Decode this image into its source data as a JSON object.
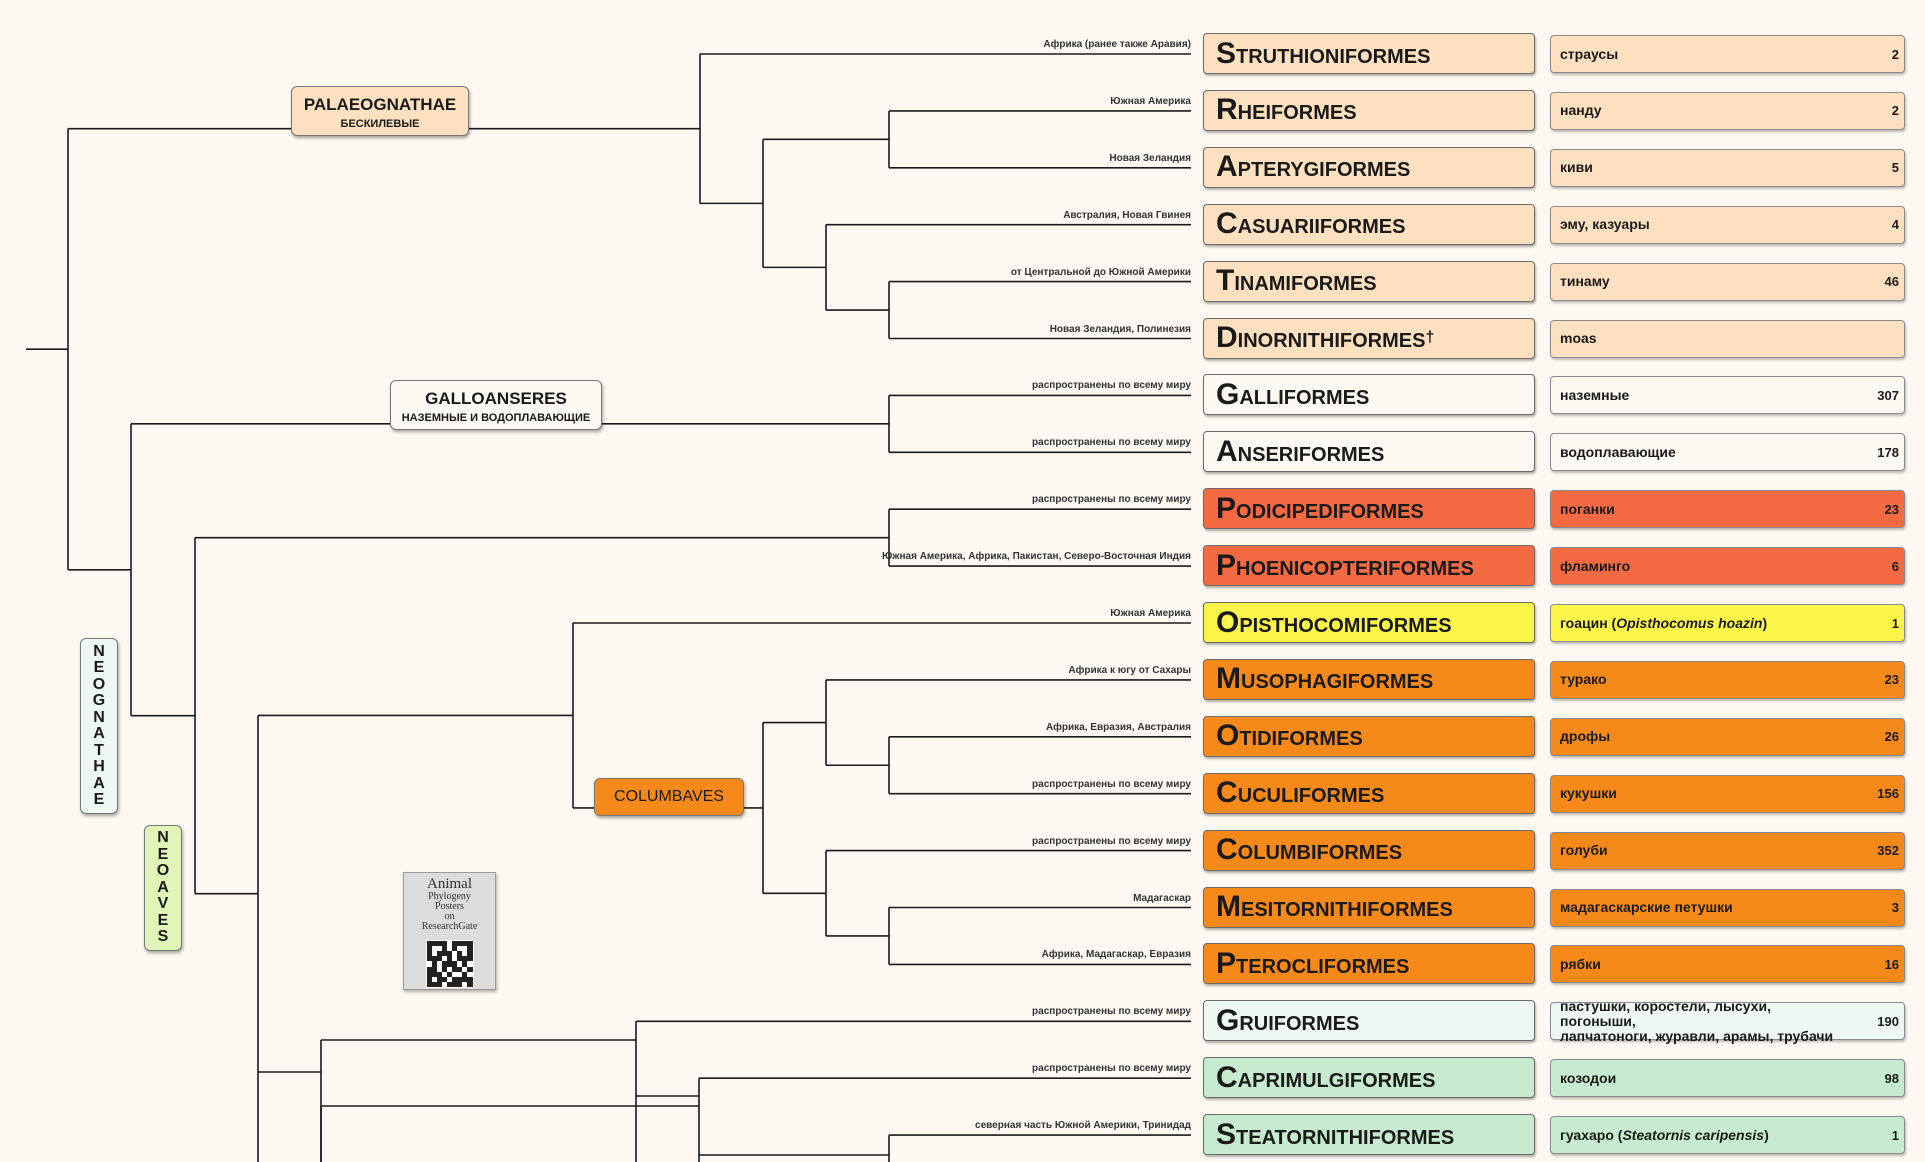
{
  "colors": {
    "background": "#fdf8f1",
    "palaeognathae": "#fde0bf",
    "galloanseres": "#fcf8f2",
    "neognathae": "#eef8f2",
    "neoaves": "#e1f5b9",
    "phoenicopterimorphae": "#f46b43",
    "opisthocomiformes": "#fbf54a",
    "columbaves": "#f5891a",
    "gruiformes": "#eef8f2",
    "strisores": "#c6ebcf",
    "line": "#1a1a1a"
  },
  "clades": {
    "palaeognathae": {
      "title": "PALAEOGNATHAE",
      "subtitle": "БЕСКИЛЕВЫЕ"
    },
    "galloanseres": {
      "title": "GALLOANSERES",
      "subtitle": "НАЗЕМНЫЕ И ВОДОПЛАВАЮЩИЕ"
    },
    "columbaves": {
      "title": "COLUMBAVES"
    },
    "neognathae": {
      "letters": [
        "N",
        "E",
        "O",
        "G",
        "N",
        "A",
        "T",
        "H",
        "A",
        "E"
      ]
    },
    "neoaves": {
      "letters": [
        "N",
        "E",
        "O",
        "A",
        "V",
        "E",
        "S"
      ]
    }
  },
  "poster": {
    "title": "Animal",
    "lines": [
      "Phylogeny",
      "Posters",
      "on",
      "ResearchGate"
    ],
    "qr_icon": "qr-code-icon"
  },
  "orders": [
    {
      "name": "Struthioniformes",
      "dagger": "",
      "distribution": "Африка (ранее также Аравия)",
      "common": "страусы",
      "count": "2",
      "color": "#fde0bf"
    },
    {
      "name": "Rheiformes",
      "dagger": "",
      "distribution": "Южная Америка",
      "common": "нанду",
      "count": "2",
      "color": "#fde0bf"
    },
    {
      "name": "Apterygiformes",
      "dagger": "",
      "distribution": "Новая Зеландия",
      "common": "киви",
      "count": "5",
      "color": "#fde0bf"
    },
    {
      "name": "Casuariiformes",
      "dagger": "",
      "distribution": "Австралия, Новая Гвинея",
      "common": "эму, казуары",
      "count": "4",
      "color": "#fde0bf"
    },
    {
      "name": "Tinamiformes",
      "dagger": "",
      "distribution": "от Центральной до Южной Америки",
      "common": "тинаму",
      "count": "46",
      "color": "#fde0bf"
    },
    {
      "name": "Dinornithiformes",
      "dagger": "†",
      "distribution": "Новая Зеландия, Полинезия",
      "common": "moas",
      "count": "",
      "color": "#fde0bf"
    },
    {
      "name": "Galliformes",
      "dagger": "",
      "distribution": "распространены по всему миру",
      "common": "наземные",
      "count": "307",
      "color": "#fcf8f2"
    },
    {
      "name": "Anseriformes",
      "dagger": "",
      "distribution": "распространены по всему миру",
      "common": "водоплавающие",
      "count": "178",
      "color": "#fcf8f2"
    },
    {
      "name": "Podicipediformes",
      "dagger": "",
      "distribution": "распространены по всему миру",
      "common": "поганки",
      "count": "23",
      "color": "#f46b43"
    },
    {
      "name": "Phoenicopteriformes",
      "dagger": "",
      "distribution": "Южная Америка, Африка, Пакистан, Северо-Восточная Индия",
      "common": "фламинго",
      "count": "6",
      "color": "#f46b43"
    },
    {
      "name": "Opisthocomiformes",
      "dagger": "",
      "distribution": "Южная Америка",
      "common": "гоацин (Opisthocomus hoazin)",
      "count": "1",
      "color": "#fbf54a"
    },
    {
      "name": "Musophagiformes",
      "dagger": "",
      "distribution": "Африка к югу от Сахары",
      "common": "турако",
      "count": "23",
      "color": "#f5891a"
    },
    {
      "name": "Otidiformes",
      "dagger": "",
      "distribution": "Африка, Евразия, Австралия",
      "common": "дрофы",
      "count": "26",
      "color": "#f5891a"
    },
    {
      "name": "Cuculiformes",
      "dagger": "",
      "distribution": "распространены по всему миру",
      "common": "кукушки",
      "count": "156",
      "color": "#f5891a"
    },
    {
      "name": "Columbiformes",
      "dagger": "",
      "distribution": "распространены по всему миру",
      "common": "голуби",
      "count": "352",
      "color": "#f5891a"
    },
    {
      "name": "Mesitornithiformes",
      "dagger": "",
      "distribution": "Мадагаскар",
      "common": "мадагаскарские петушки",
      "count": "3",
      "color": "#f5891a"
    },
    {
      "name": "Pterocliformes",
      "dagger": "",
      "distribution": "Африка, Мадагаскар, Евразия",
      "common": "рябки",
      "count": "16",
      "color": "#f5891a"
    },
    {
      "name": "Gruiformes",
      "dagger": "",
      "distribution": "распространены по всему миру",
      "common": "пастушки, коростели, лысухи, погоныши,\n лапчатоноги, журавли, арамы, трубачи",
      "count": "190",
      "color": "#eef8f2"
    },
    {
      "name": "Caprimulgiformes",
      "dagger": "",
      "distribution": "распространены по всему миру",
      "common": "козодои",
      "count": "98",
      "color": "#c6ebcf"
    },
    {
      "name": "Steatornithiformes",
      "dagger": "",
      "distribution": "северная часть Южной Америки, Тринидад",
      "common": "гуахаро (Steatornis caripensis)",
      "count": "1",
      "color": "#c6ebcf"
    }
  ]
}
